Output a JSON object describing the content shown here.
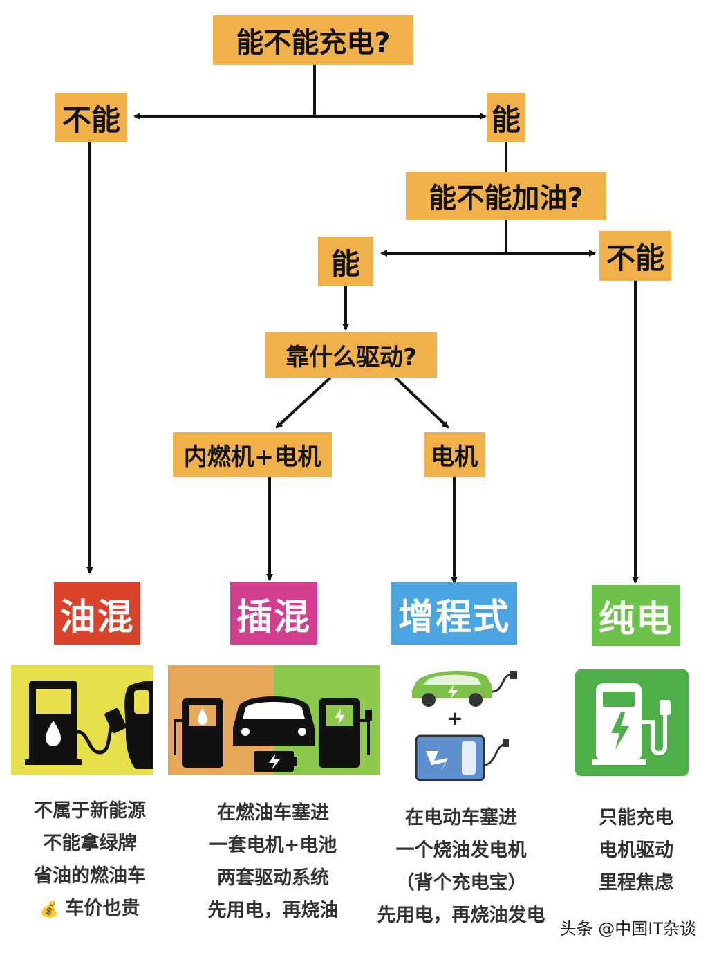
{
  "nodes": {
    "q_charge": "能不能充电?",
    "charge_no": "不能",
    "charge_yes": "能",
    "q_fuel": "能不能加油?",
    "fuel_yes": "能",
    "fuel_no": "不能",
    "q_drive": "靠什么驱动?",
    "drive_ice": "内燃机+电机",
    "drive_motor": "电机"
  },
  "categories": [
    {
      "name": "油混",
      "color": "#d9432b"
    },
    {
      "name": "插混",
      "color": "#d33e8e"
    },
    {
      "name": "增程式",
      "color": "#4aa6e3"
    },
    {
      "name": "纯电",
      "color": "#6cc24a"
    }
  ],
  "descriptions": {
    "hev": [
      "不属于新能源",
      "不能拿绿牌",
      "省油的燃油车",
      "车价也贵"
    ],
    "hev_money_icon": "💰",
    "phev": [
      "在燃油车塞进",
      "一套电机+电池",
      "两套驱动系统",
      "先用电，再烧油"
    ],
    "erev": [
      "在电动车塞进",
      "一个烧油发电机",
      "（背个充电宝）",
      "先用电，再烧油发电"
    ],
    "bev": [
      "只能充电",
      "电机驱动",
      "里程焦虑"
    ]
  },
  "erev_plus": "+",
  "watermark": "头条 @中国IT杂谈",
  "icons": [
    "fuel-pump-icon",
    "fuel-nozzle-icon",
    "car-icon",
    "battery-icon",
    "charging-station-icon",
    "power-bank-icon",
    "plug-icon"
  ]
}
